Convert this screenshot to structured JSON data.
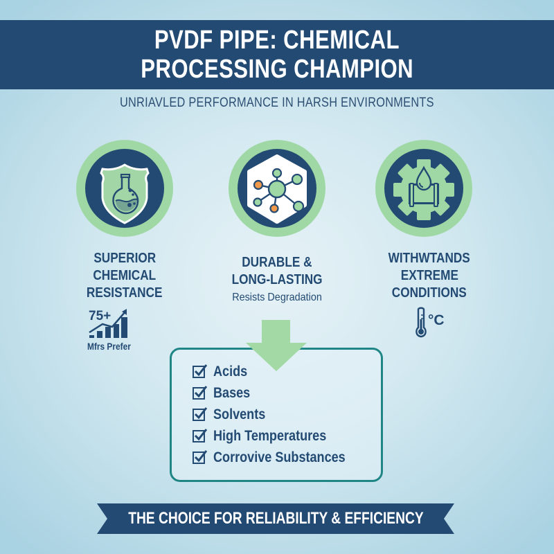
{
  "header": {
    "title_line1": "PVDF PIPE: CHEMICAL",
    "title_line2": "PROCESSING CHAMPION",
    "subtitle": "UNRIAVLED PERFORMANCE IN HARSH ENVIRONMENTS"
  },
  "features": [
    {
      "icon": "shield-flask-icon",
      "title_lines": [
        "SUPERIOR",
        "CHEMICAL",
        "RESISTANCE"
      ],
      "stat": {
        "icon": "bar-chart-growth-icon",
        "value": "75+",
        "label": "Mfrs Prefer"
      }
    },
    {
      "icon": "molecule-hexagon-icon",
      "title_lines": [
        "DURABLE &",
        "LONG-LASTING"
      ],
      "subtitle": "Resists Degradation"
    },
    {
      "icon": "gear-pipe-drop-icon",
      "title_lines": [
        "WITHWTANDS",
        "EXTREME",
        "CONDITIONS"
      ],
      "extra": {
        "icon": "thermometer-icon",
        "unit": "°C"
      }
    }
  ],
  "checklist": {
    "icon": "checkbox-checked-icon",
    "items": [
      "Acids",
      "Bases",
      "Solvents",
      "High Temperatures",
      "Corrovive Substances"
    ]
  },
  "footer": {
    "banner": "THE CHOICE FOR RELIABILITY & EFFICIENCY"
  },
  "colors": {
    "navy": "#234a73",
    "green": "#9fd8a4",
    "teal": "#1f8585",
    "orange": "#f0994a",
    "bg_light": "#e6f2f6",
    "bg_edge": "#a9d2e2"
  }
}
